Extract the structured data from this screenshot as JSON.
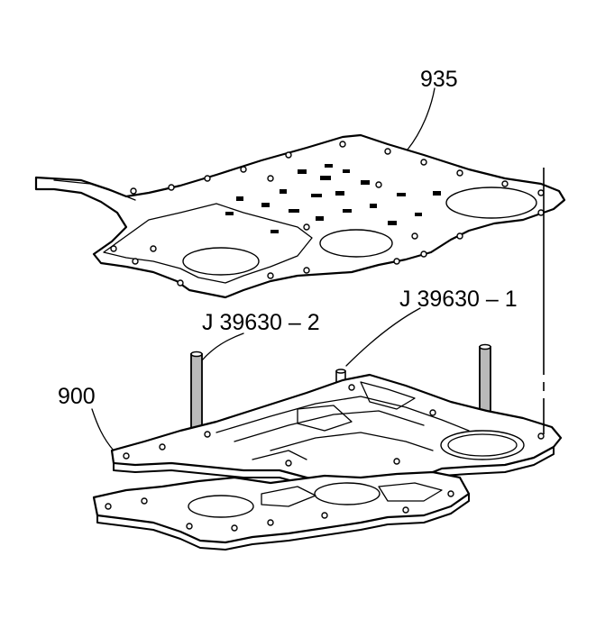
{
  "labels": {
    "gasket_part": "935",
    "valve_body_part": "900",
    "guide_pin_1": "J 39630 – 1",
    "guide_pin_2": "J 39630 – 2"
  },
  "colors": {
    "ink": "#000000",
    "background": "#ffffff"
  }
}
